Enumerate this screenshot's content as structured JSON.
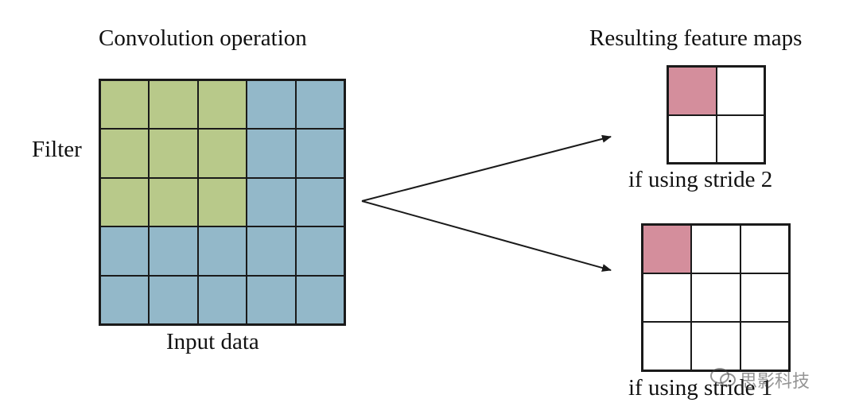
{
  "title_left": "Convolution operation",
  "title_right": "Resulting feature maps",
  "filter_label": "Filter",
  "input_label": "Input data",
  "stride2_label": "if using stride 2",
  "stride1_label": "if using stride 1",
  "watermark_text": "思影科技",
  "colors": {
    "input": "#93b8c9",
    "filter": "#b8c98a",
    "output_active": "#d48e9c",
    "output_empty": "#ffffff",
    "line": "#1a1a1a"
  },
  "input_grid": {
    "rows": 5,
    "cols": 5,
    "filter_rows": 3,
    "filter_cols": 3
  },
  "feature_map_stride2": {
    "rows": 2,
    "cols": 2,
    "active_cell": [
      0,
      0
    ]
  },
  "feature_map_stride1": {
    "rows": 3,
    "cols": 3,
    "active_cell": [
      0,
      0
    ]
  }
}
